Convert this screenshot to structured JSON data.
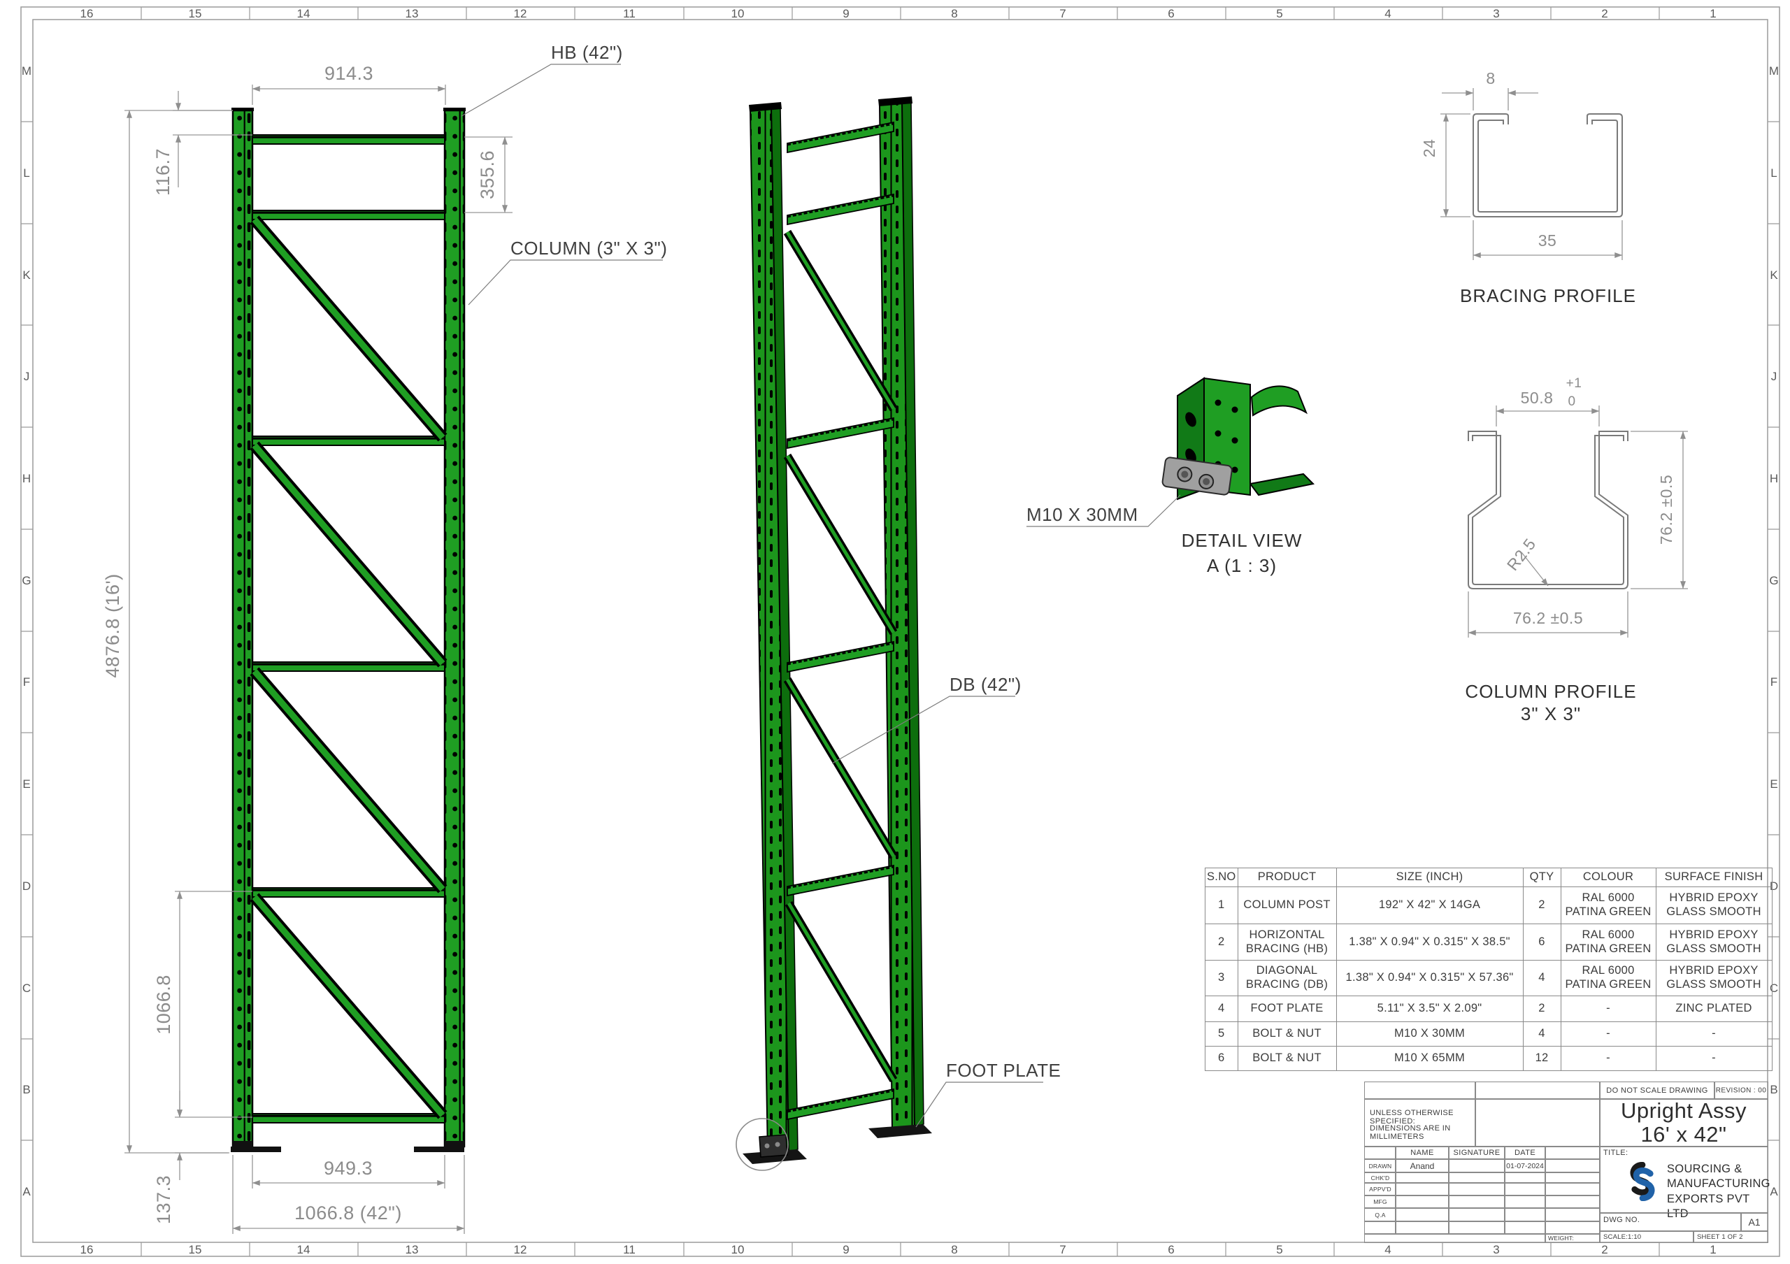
{
  "border": {
    "cols": [
      "16",
      "15",
      "14",
      "13",
      "12",
      "11",
      "10",
      "9",
      "8",
      "7",
      "6",
      "5",
      "4",
      "3",
      "2",
      "1"
    ],
    "rows": [
      "M",
      "L",
      "K",
      "J",
      "H",
      "G",
      "F",
      "E",
      "D",
      "C",
      "B",
      "A"
    ]
  },
  "front": {
    "dim_width_top": "914.3",
    "dim_offset_top": "116.7",
    "dim_total_height": "4876.8 (16')",
    "dim_panel": "355.6",
    "dim_lower_panel": "1066.8",
    "dim_foot": "137.3",
    "dim_width_inner": "949.3",
    "dim_width_overall": "1066.8 (42\")",
    "label_hb": "HB (42\")",
    "label_column": "COLUMN (3\" X 3\")"
  },
  "iso": {
    "label_db": "DB (42\")",
    "label_foot": "FOOT PLATE"
  },
  "detail": {
    "label_bolt": "M10 X 30MM",
    "title": "DETAIL VIEW",
    "scale": "A (1 : 3)"
  },
  "bracing_profile": {
    "title": "BRACING PROFILE",
    "dim_lip": "8",
    "dim_height": "24",
    "dim_width": "35"
  },
  "column_profile": {
    "title_1": "COLUMN PROFILE",
    "title_2": "3\" X 3\"",
    "dim_opening": "50.8",
    "dim_tol_plus": "+1",
    "dim_tol_zero": "0",
    "dim_height": "76.2 ±0.5",
    "dim_width": "76.2 ±0.5",
    "dim_radius": "R2.5"
  },
  "bom": {
    "headers": [
      "S.NO",
      "PRODUCT",
      "SIZE (INCH)",
      "QTY",
      "COLOUR",
      "SURFACE FINISH"
    ],
    "rows": [
      [
        "1",
        "COLUMN POST",
        "192\" X 42\" X 14GA",
        "2",
        "RAL 6000\nPATINA GREEN",
        "HYBRID EPOXY\nGLASS SMOOTH"
      ],
      [
        "2",
        "HORIZONTAL\nBRACING (HB)",
        "1.38\" X 0.94\" X 0.315\" X 38.5\"",
        "6",
        "RAL 6000\nPATINA GREEN",
        "HYBRID EPOXY\nGLASS SMOOTH"
      ],
      [
        "3",
        "DIAGONAL\nBRACING (DB)",
        "1.38\" X 0.94\" X 0.315\" X 57.36\"",
        "4",
        "RAL 6000\nPATINA GREEN",
        "HYBRID EPOXY\nGLASS SMOOTH"
      ],
      [
        "4",
        "FOOT PLATE",
        "5.11\" X 3.5\" X 2.09\"",
        "2",
        "-",
        "ZINC PLATED"
      ],
      [
        "5",
        "BOLT & NUT",
        "M10 X 30MM",
        "4",
        "-",
        "-"
      ],
      [
        "6",
        "BOLT & NUT",
        "M10 X 65MM",
        "12",
        "-",
        "-"
      ]
    ]
  },
  "title_block": {
    "do_not_scale": "DO NOT SCALE DRAWING",
    "revision": "REVISION : 00",
    "spec_note_1": "UNLESS OTHERWISE SPECIFIED:",
    "spec_note_2": "DIMENSIONS ARE IN MILLIMETERS",
    "drawing_title_1": "Upright Assy",
    "drawing_title_2": "16' x 42\"",
    "col_name": "NAME",
    "col_signature": "SIGNATURE",
    "col_date": "DATE",
    "rows": [
      {
        "label": "DRAWN",
        "name": "Anand",
        "date": "01-07-2024"
      },
      {
        "label": "CHK'D",
        "name": "",
        "date": ""
      },
      {
        "label": "APPV'D",
        "name": "",
        "date": ""
      },
      {
        "label": "MFG",
        "name": "",
        "date": ""
      },
      {
        "label": "Q.A",
        "name": "",
        "date": ""
      }
    ],
    "weight_label": "WEIGHT:",
    "title_label": "TITLE:",
    "company_1": "SOURCING &",
    "company_2": "MANUFACTURING",
    "company_3": "EXPORTS PVT LTD",
    "dwg_no_label": "DWG NO.",
    "paper_size": "A1",
    "scale": "SCALE:1:10",
    "sheet": "SHEET 1 OF 2",
    "accent_blue": "#2062a8",
    "accent_black": "#1a1a1a",
    "rack_green": "#1f9e23"
  }
}
